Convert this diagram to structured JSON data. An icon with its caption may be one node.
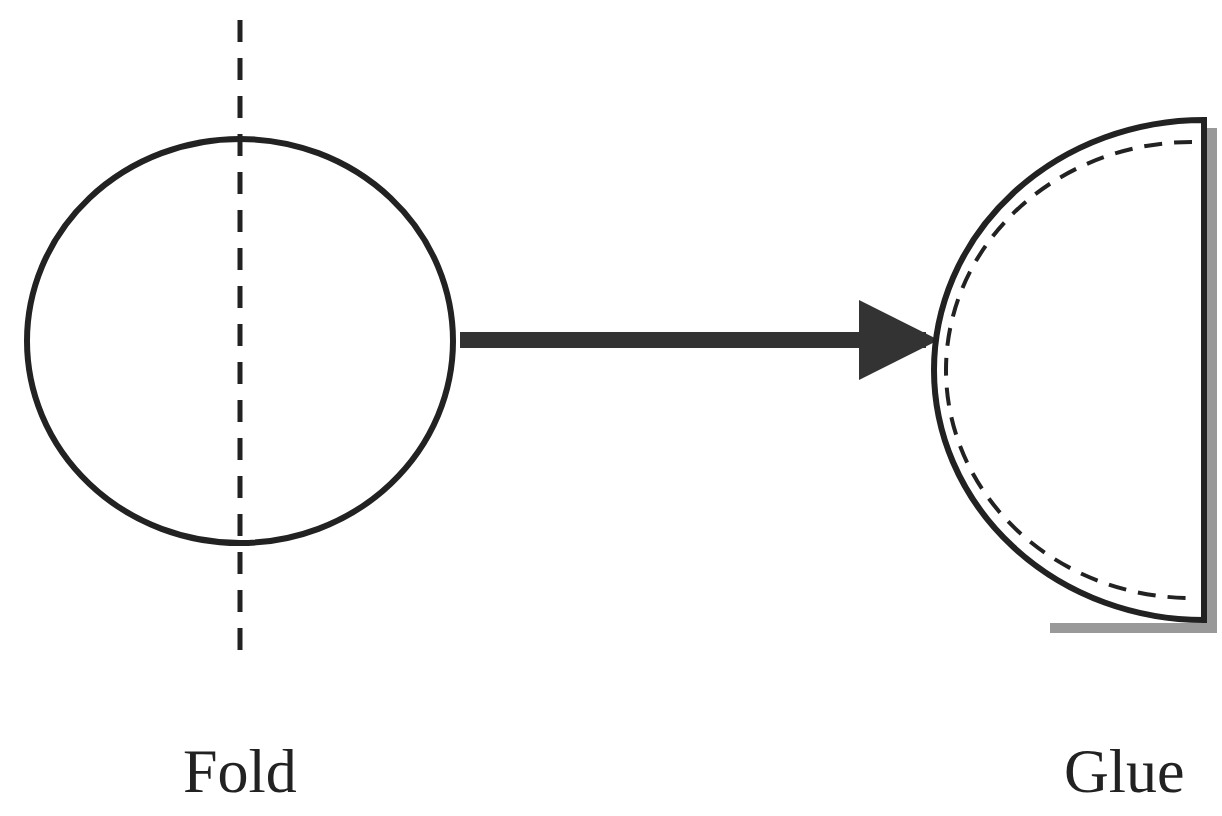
{
  "diagram": {
    "nodes": [
      {
        "text": [],
        "shape": "circle",
        "beside": [
          "Fold"
        ]
      },
      {
        "text": [],
        "shape": "semicircle",
        "beside": [
          "Glue"
        ]
      }
    ],
    "edges": [
      {
        "from": 0,
        "to": 1,
        "arrow": "to"
      }
    ]
  }
}
